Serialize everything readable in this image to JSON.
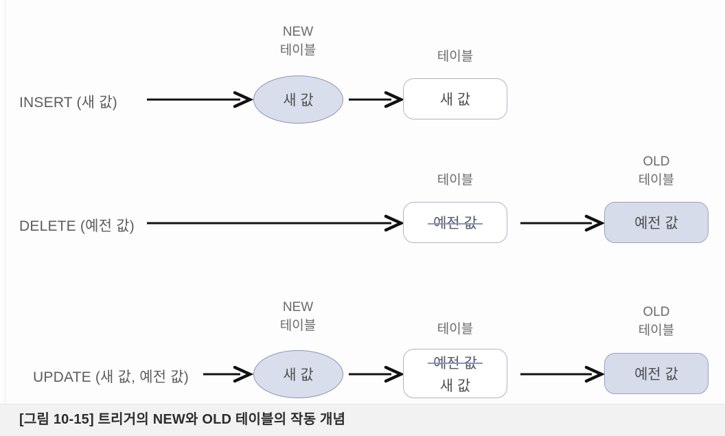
{
  "figure": {
    "caption": "[그림 10-15] 트리거의 NEW와 OLD 테이블의 작동 개념",
    "background_color": "#fdfdfd",
    "accent_fill": "#d9deec",
    "accent_border": "#8d93b5",
    "strike_color": "#8a93bd",
    "arrow_color": "#111111"
  },
  "rows": [
    {
      "id": "insert",
      "operation_label": "INSERT (새 값)",
      "new_table": {
        "caption_line1": "NEW",
        "caption_line2": "테이블",
        "value": "새 값",
        "shape": "ellipse",
        "filled": true
      },
      "table": {
        "caption_line1": "",
        "caption_line2": "테이블",
        "value": "새 값",
        "struck_value": "",
        "shape": "rounded-rect",
        "filled": false
      },
      "old_table": null,
      "arrows": [
        "op-to-new",
        "new-to-table"
      ]
    },
    {
      "id": "delete",
      "operation_label": "DELETE (예전 값)",
      "new_table": null,
      "table": {
        "caption_line1": "",
        "caption_line2": "테이블",
        "value": "",
        "struck_value": "예전 값",
        "shape": "rounded-rect",
        "filled": false
      },
      "old_table": {
        "caption_line1": "OLD",
        "caption_line2": "테이블",
        "value": "예전 값",
        "shape": "rounded-rect",
        "filled": true
      },
      "arrows": [
        "op-to-table",
        "table-to-old"
      ]
    },
    {
      "id": "update",
      "operation_label": "UPDATE (새 값, 예전 값)",
      "new_table": {
        "caption_line1": "NEW",
        "caption_line2": "테이블",
        "value": "새 값",
        "shape": "ellipse",
        "filled": true
      },
      "table": {
        "caption_line1": "",
        "caption_line2": "테이블",
        "value": "새 값",
        "struck_value": "예전 값",
        "shape": "rounded-rect",
        "filled": false
      },
      "old_table": {
        "caption_line1": "OLD",
        "caption_line2": "테이블",
        "value": "예전 값",
        "shape": "rounded-rect",
        "filled": true
      },
      "arrows": [
        "op-to-new",
        "new-to-table",
        "table-to-old"
      ]
    }
  ]
}
